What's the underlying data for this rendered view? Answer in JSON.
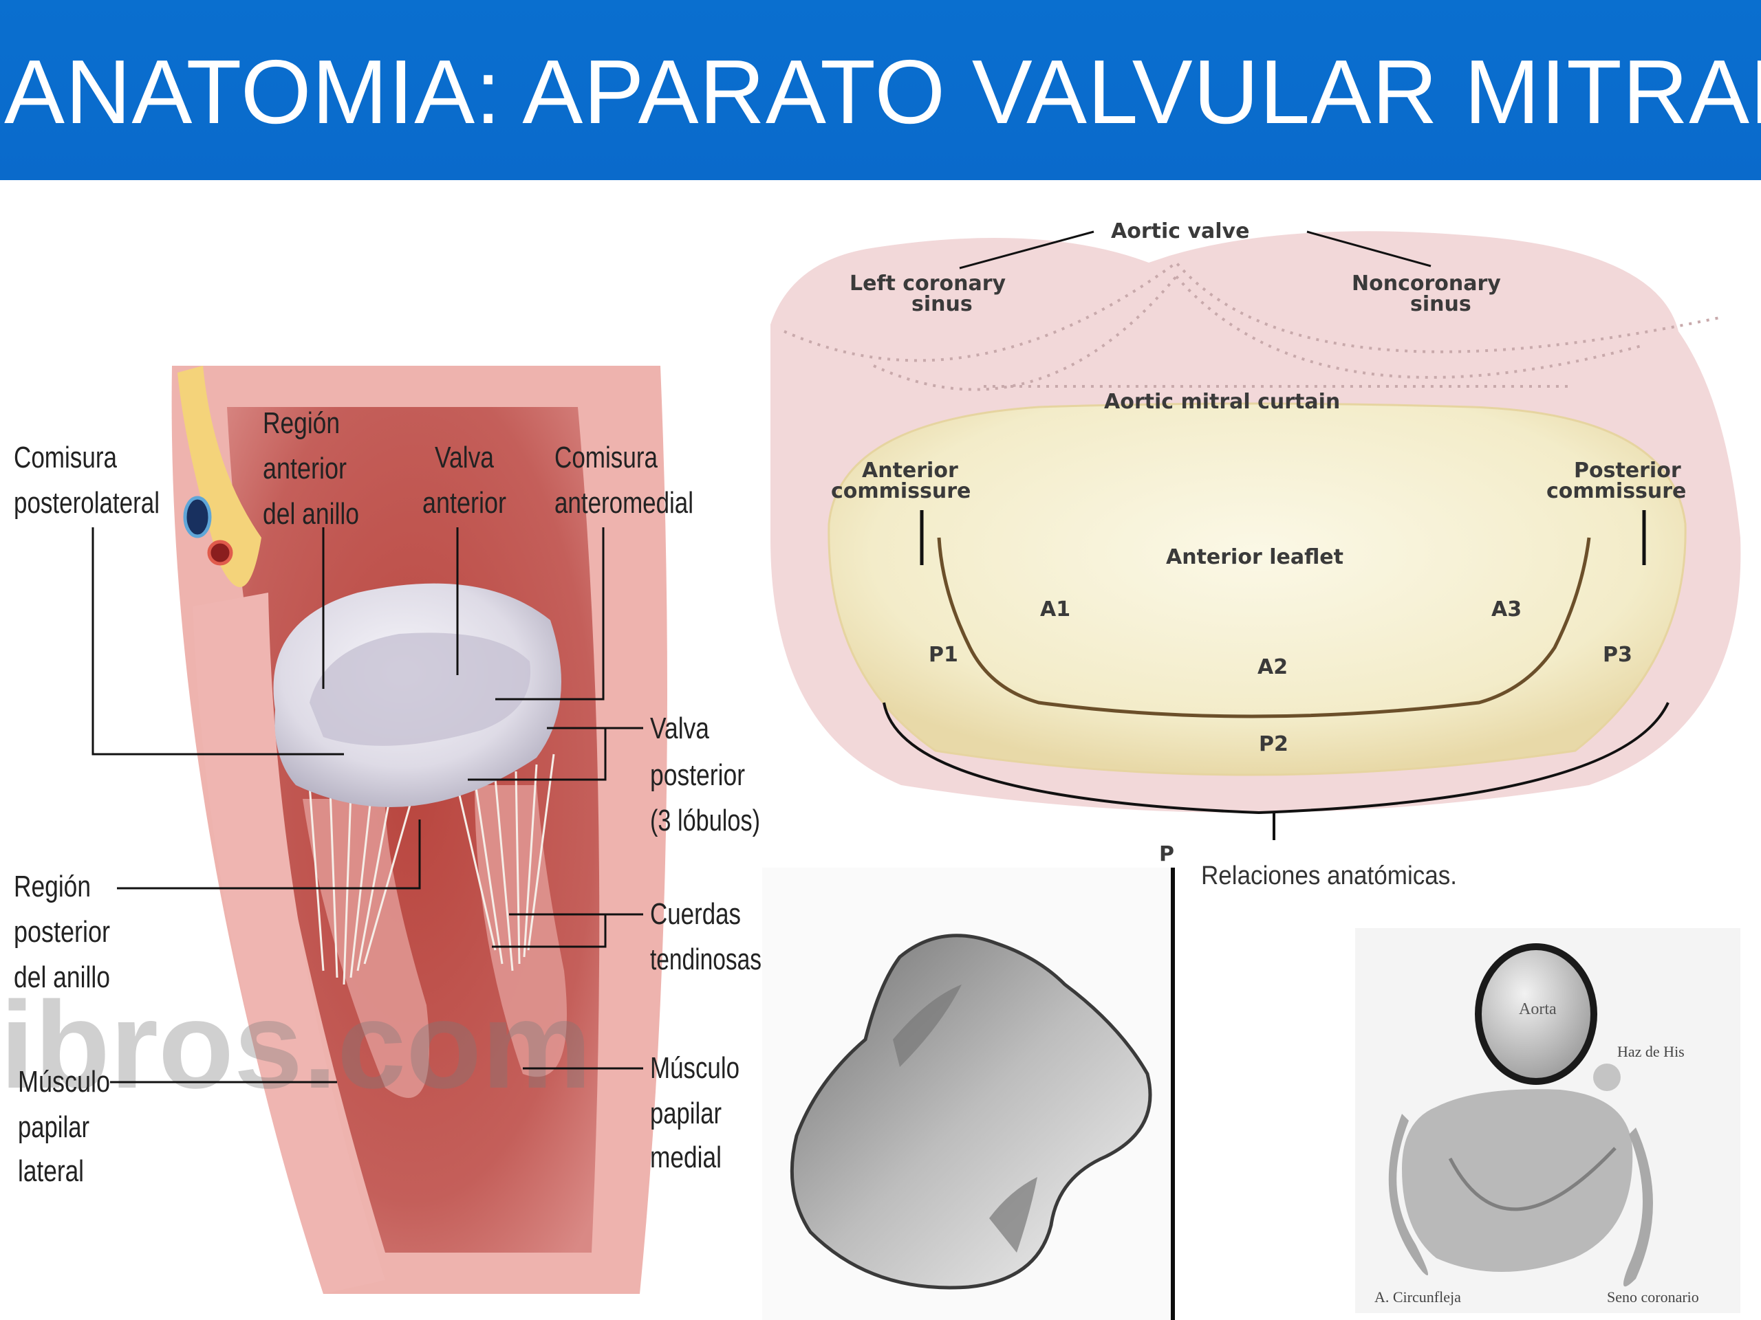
{
  "header": {
    "title": "ANATOMIA: APARATO VALVULAR MITRAL",
    "background_color": "#0a6fcf",
    "text_color": "#ffffff"
  },
  "heart_figure": {
    "labels": {
      "comisura_posterolateral": [
        "Comisura",
        "posterolateral"
      ],
      "region_anterior": [
        "Región",
        "anterior",
        "del anillo"
      ],
      "valva_anterior": [
        "Valva",
        "anterior"
      ],
      "comisura_anteromedial": [
        "Comisura",
        "anteromedial"
      ],
      "valva_posterior": [
        "Valva",
        "posterior",
        "(3 lóbulos)"
      ],
      "region_posterior": [
        "Región",
        "posterior",
        "del anillo"
      ],
      "cuerdas": [
        "Cuerdas",
        "tendinosas"
      ],
      "musculo_lateral": [
        "Músculo",
        "papilar",
        "lateral"
      ],
      "musculo_medial": [
        "Músculo",
        "papilar",
        "medial"
      ]
    },
    "watermark": "ibros.com",
    "colors": {
      "muscle": "#e8a4a0",
      "cavity": "#c0504e",
      "valve": "#e2e0ea",
      "fat": "#f4d37a"
    }
  },
  "annulus_figure": {
    "labels": {
      "aortic_valve": "Aortic valve",
      "left_coronary": [
        "Left coronary",
        "sinus"
      ],
      "noncoronary": [
        "Noncoronary",
        "sinus"
      ],
      "aortic_mitral_curtain": "Aortic mitral curtain",
      "anterior_commissure": [
        "Anterior",
        "commissure"
      ],
      "posterior_commissure": [
        "Posterior",
        "commissure"
      ],
      "anterior_leaflet": "Anterior leaflet",
      "a1": "A1",
      "a2": "A2",
      "a3": "A3",
      "p1": "P1",
      "p2": "P2",
      "p3": "P3",
      "cutoff_letter": "P"
    },
    "colors": {
      "pink": "#f1d7d8",
      "leaflet": "#f6f1d6"
    }
  },
  "relations_figure": {
    "title": "Relaciones anatómicas.",
    "labels": {
      "aorta": "Aorta",
      "haz_de_his": "Haz de His",
      "circunfleja": "A. Circunfleja",
      "seno_coronario": "Seno coronario"
    }
  }
}
